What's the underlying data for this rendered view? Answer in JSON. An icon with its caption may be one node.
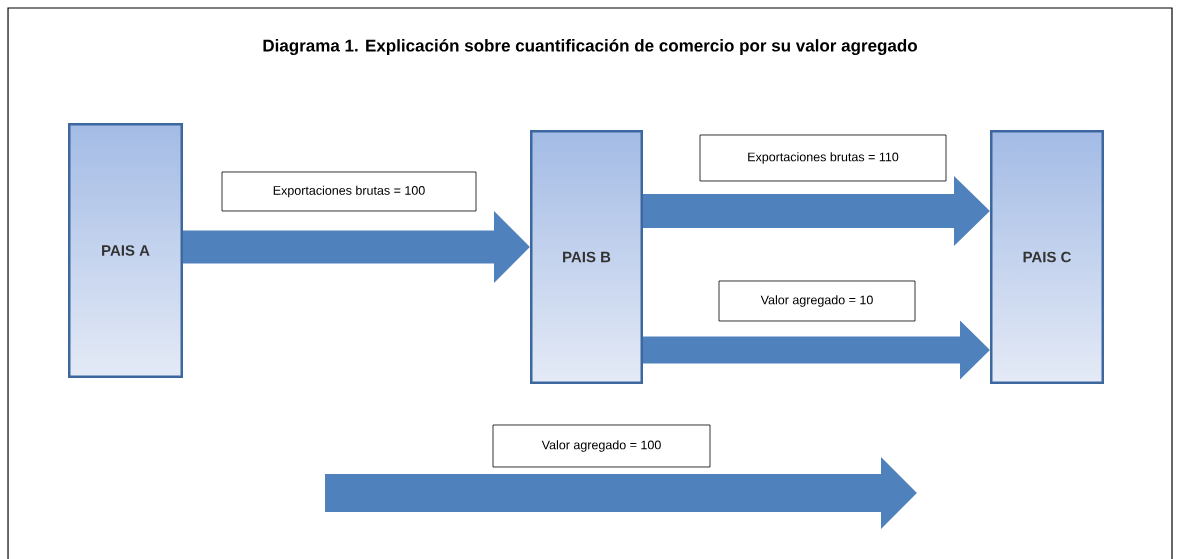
{
  "diagram": {
    "title": "Diagrama 1. Explicación sobre cuantificación de comercio por su valor agregado",
    "nodes": [
      {
        "text": [
          "PAIS A"
        ]
      },
      {
        "text": [
          "PAIS B"
        ]
      },
      {
        "text": [
          "PAIS C"
        ]
      }
    ],
    "edges": [
      {
        "from": 0,
        "to": 1,
        "arrow": "to",
        "label": "Exportaciones brutas = 100"
      },
      {
        "from": 1,
        "to": 2,
        "arrow": "to",
        "label": "Exportaciones brutas = 110"
      },
      {
        "from": 1,
        "to": 2,
        "arrow": "to",
        "label": "Valor agregado = 10"
      }
    ],
    "labels": [
      "Valor agregado = 100"
    ]
  }
}
